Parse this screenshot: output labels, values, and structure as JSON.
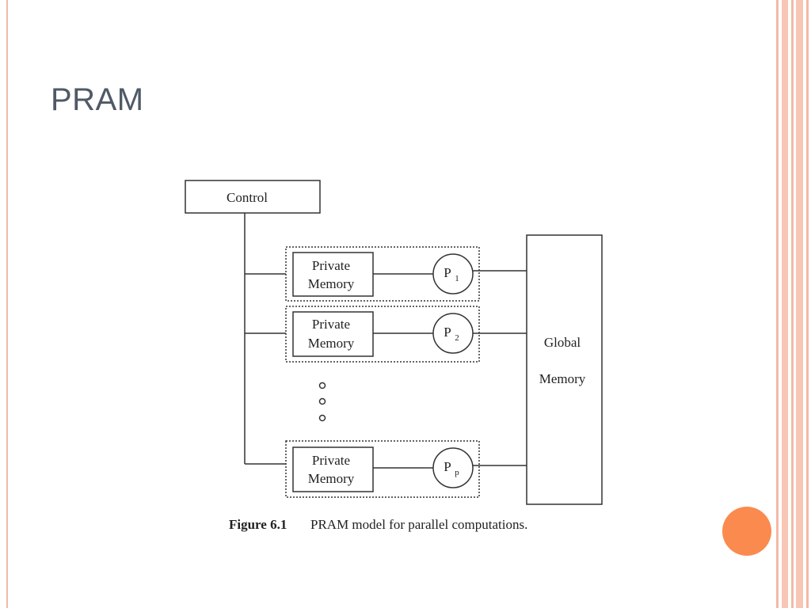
{
  "slide": {
    "title": "PRAM"
  },
  "diagram": {
    "control_label": "Control",
    "private_memory_line1": "Private",
    "private_memory_line2": "Memory",
    "processors": [
      {
        "base": "P",
        "sub": "1"
      },
      {
        "base": "P",
        "sub": "2"
      },
      {
        "base": "P",
        "sub": "p"
      }
    ],
    "global_memory_line1": "Global",
    "global_memory_line2": "Memory",
    "caption_label": "Figure 6.1",
    "caption_text": "PRAM model for parallel computations."
  },
  "colors": {
    "title": "#4f5a66",
    "accent": "#fb8a4f",
    "border": "#f2b9a8"
  }
}
